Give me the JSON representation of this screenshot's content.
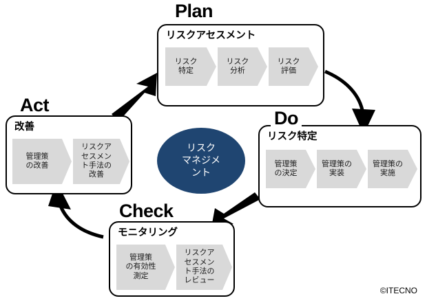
{
  "diagram": {
    "type": "pdca-risk-management-cycle",
    "center": {
      "label": "リスク\nマネジメ\nント",
      "line1": "リスク",
      "line2": "マネジメ",
      "line3": "ント",
      "fill_color": "#1f4571",
      "text_color": "#ffffff"
    },
    "phases": [
      {
        "id": "plan",
        "title": "Plan",
        "heading": "リスクアセスメント",
        "steps": [
          {
            "line1": "リスク",
            "line2": "特定"
          },
          {
            "line1": "リスク",
            "line2": "分析"
          },
          {
            "line1": "リスク",
            "line2": "評価"
          }
        ]
      },
      {
        "id": "do",
        "title": "Do",
        "heading": "リスク特定",
        "steps": [
          {
            "line1": "管理策",
            "line2": "の決定"
          },
          {
            "line1": "管理策の",
            "line2": "実装"
          },
          {
            "line1": "管理策の",
            "line2": "実施"
          }
        ]
      },
      {
        "id": "check",
        "title": "Check",
        "heading": "モニタリング",
        "steps": [
          {
            "line1": "管理策",
            "line2": "の有効性",
            "line3": "測定"
          },
          {
            "line1": "リスクア",
            "line2": "セスメン",
            "line3": "ト手法の",
            "line4": "レビュー"
          }
        ]
      },
      {
        "id": "act",
        "title": "Act",
        "heading": "改善",
        "steps": [
          {
            "line1": "管理策",
            "line2": "の改善"
          },
          {
            "line1": "リスクア",
            "line2": "セスメン",
            "line3": "ト手法の",
            "line4": "改善"
          }
        ]
      }
    ],
    "arrows": [
      {
        "id": "act-to-plan",
        "from": "act",
        "to": "plan",
        "direction": "up-right"
      },
      {
        "id": "plan-to-do",
        "from": "plan",
        "to": "do",
        "direction": "down"
      },
      {
        "id": "do-to-check",
        "from": "do",
        "to": "check",
        "direction": "down-left"
      },
      {
        "id": "check-to-act",
        "from": "check",
        "to": "act",
        "direction": "up-left"
      }
    ],
    "colors": {
      "step_fill": "#d9d9d9",
      "outline": "#000000",
      "center_fill": "#1f4571",
      "background": "#ffffff"
    }
  },
  "credit": "©ITECNO"
}
